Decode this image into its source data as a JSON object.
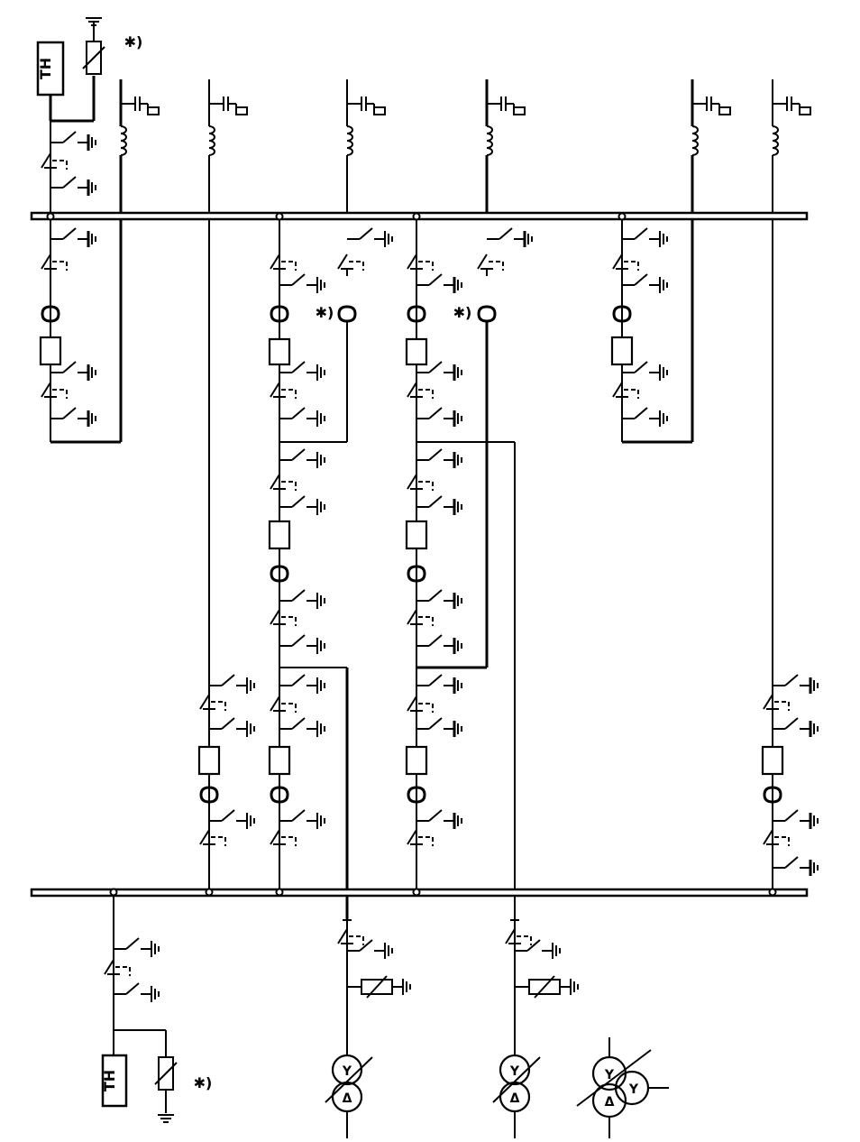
{
  "labels": {
    "vt": "TH",
    "note": "✱)",
    "delta": "Δ",
    "wye": "Y"
  },
  "colors": {
    "line": "#000000",
    "background": "#ffffff"
  },
  "diagram": {
    "kind": "single-line substation scheme",
    "bus_count": 2,
    "voltage_transformer_count": 2,
    "power_transformer_count": 3,
    "line_trap_count": 6,
    "note_mark_count": 4
  }
}
